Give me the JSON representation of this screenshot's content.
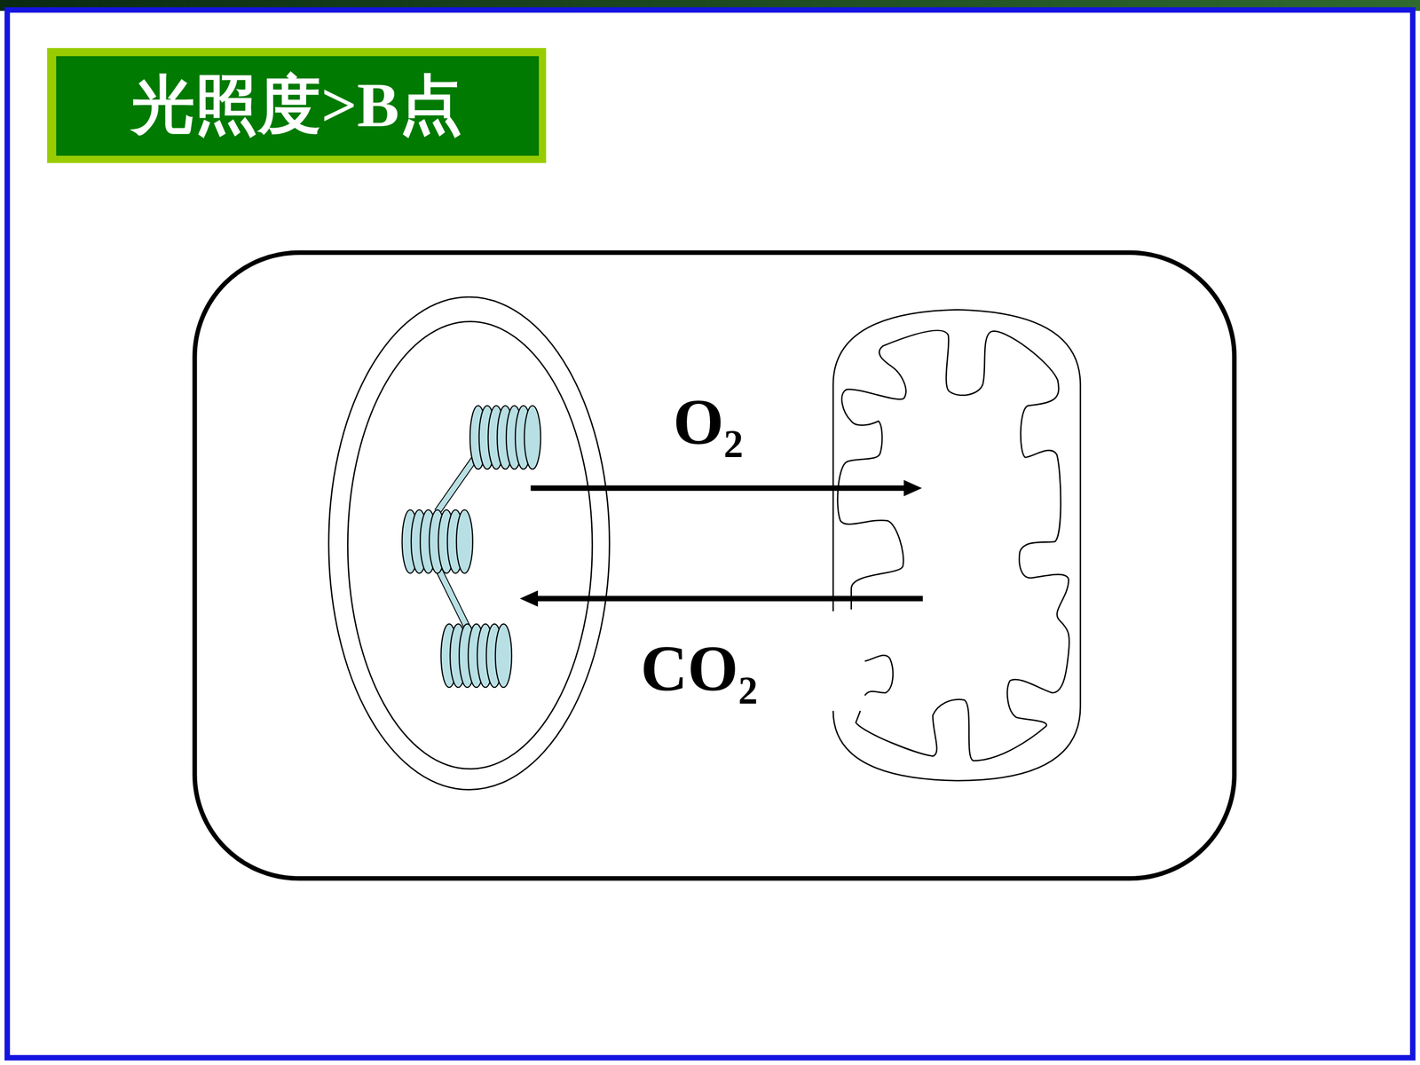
{
  "diagram": {
    "title": "光照度>B点",
    "labels": [
      "O₂",
      "CO₂"
    ]
  }
}
